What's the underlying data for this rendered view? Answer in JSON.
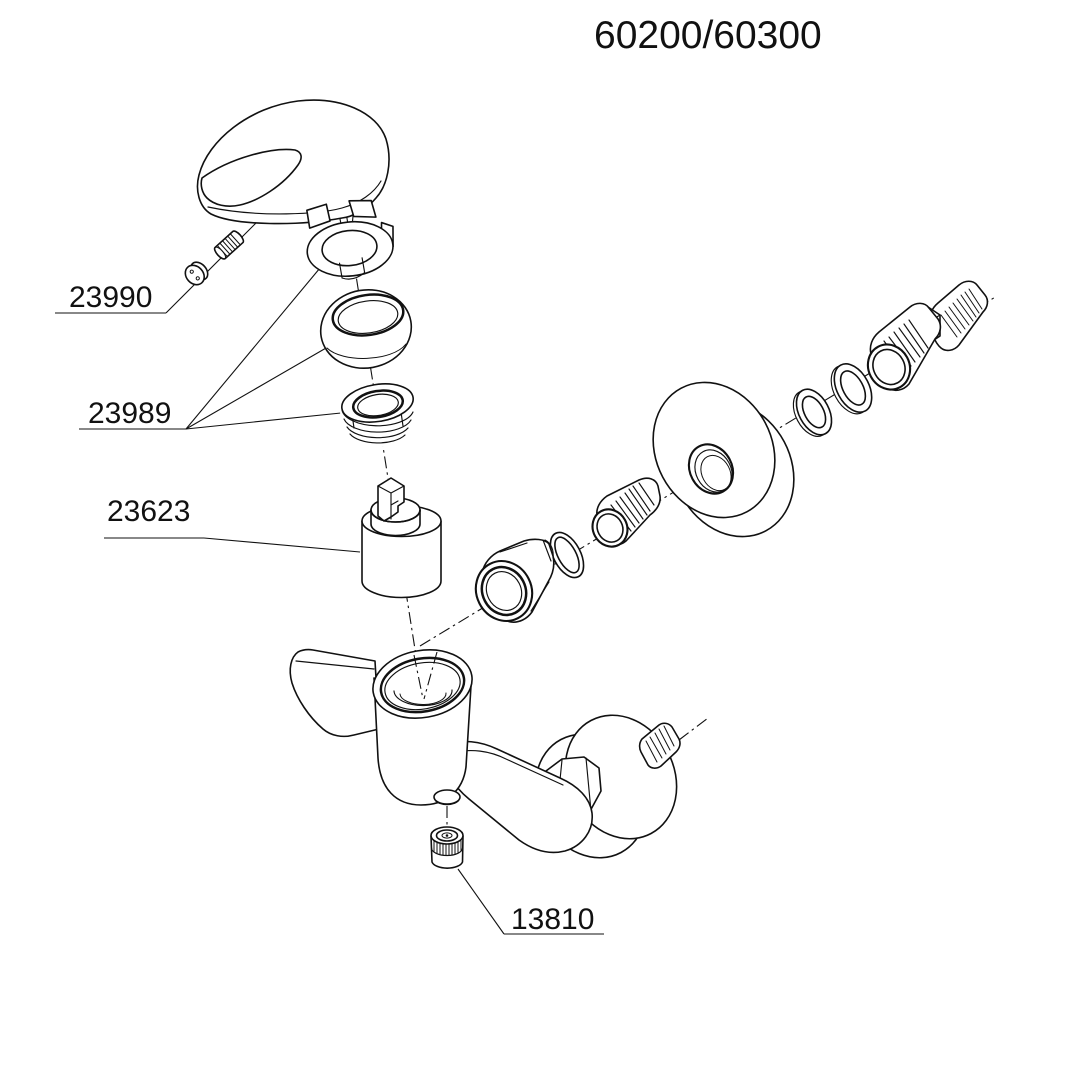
{
  "diagram": {
    "title": "60200/60300",
    "background_color": "#ffffff",
    "line_color": "#111111",
    "part_labels": [
      {
        "text": "23990",
        "points_to": "index-plug-and-set-screw"
      },
      {
        "text": "23989",
        "points_to": "retainer-ring-dome-ring-lock-ring"
      },
      {
        "text": "23623",
        "points_to": "cartridge"
      },
      {
        "text": "13810",
        "points_to": "check-valve"
      }
    ]
  }
}
